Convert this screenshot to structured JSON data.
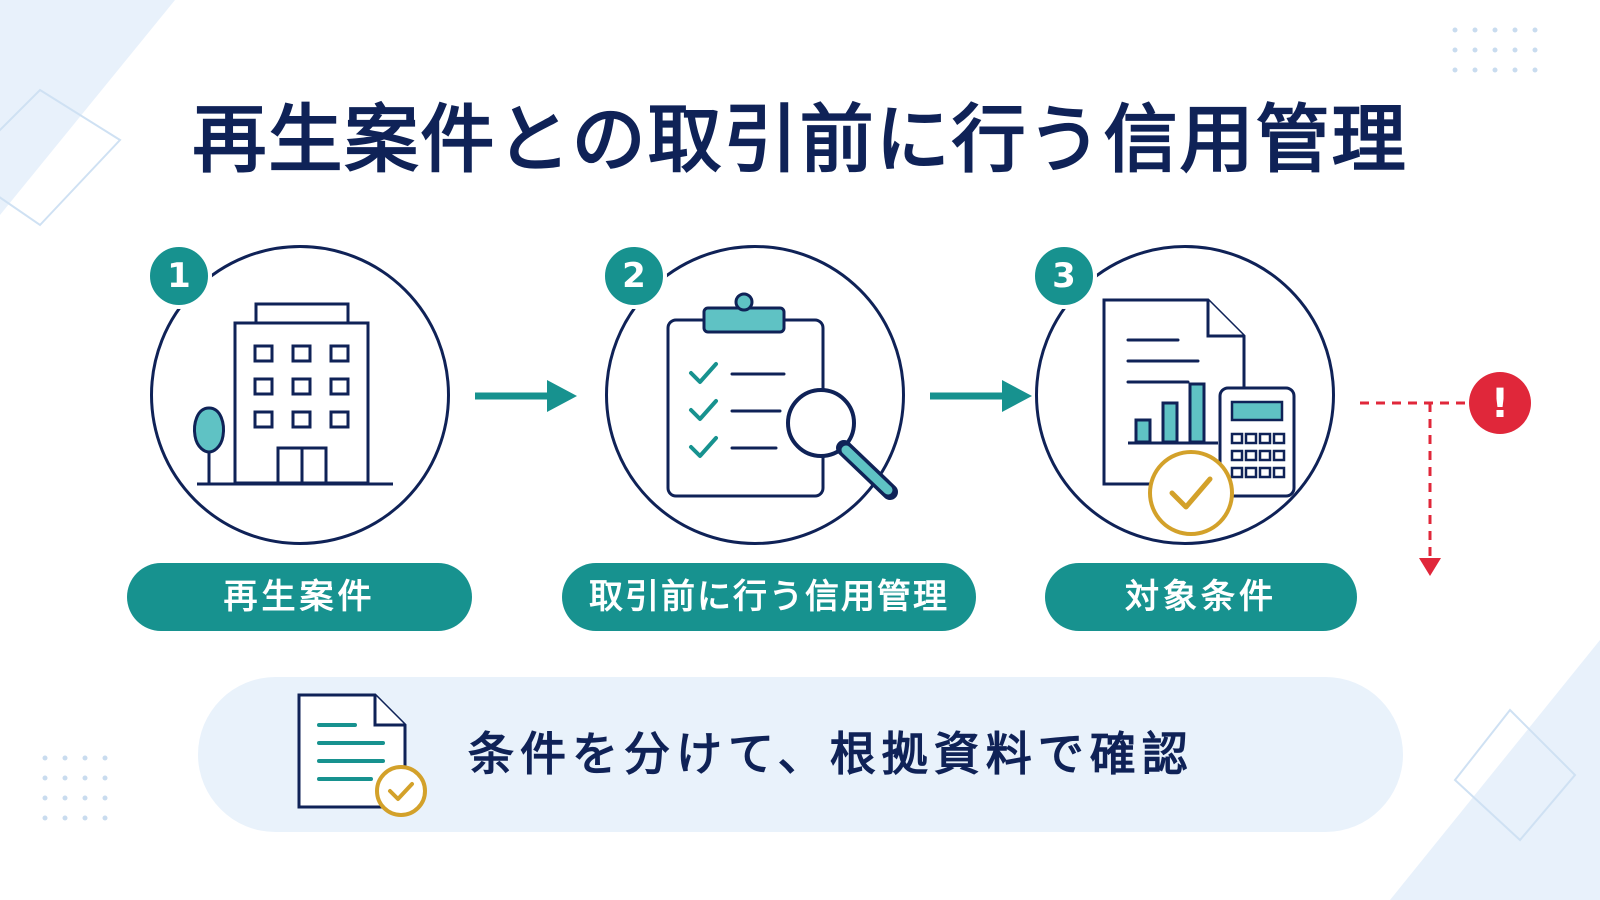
{
  "title": "再生案件との取引前に行う信用管理",
  "steps": [
    {
      "number": "1",
      "label": "再生案件",
      "icon": "office-building-icon"
    },
    {
      "number": "2",
      "label": "取引前に行う信用管理",
      "icon": "clipboard-checklist-magnifier-icon"
    },
    {
      "number": "3",
      "label": "対象条件",
      "icon": "document-calculator-check-icon"
    }
  ],
  "alert": {
    "symbol": "!",
    "icon": "exclamation-alert-icon"
  },
  "bottom_note": {
    "text": "条件を分けて、根拠資料で確認",
    "icon": "document-check-icon"
  },
  "colors": {
    "navy": "#0f2257",
    "teal": "#17928f",
    "teal_light": "#5fc2c4",
    "gold": "#d3a12a",
    "alert_red": "#e0273a",
    "panel_bg": "#e9f2fb"
  }
}
